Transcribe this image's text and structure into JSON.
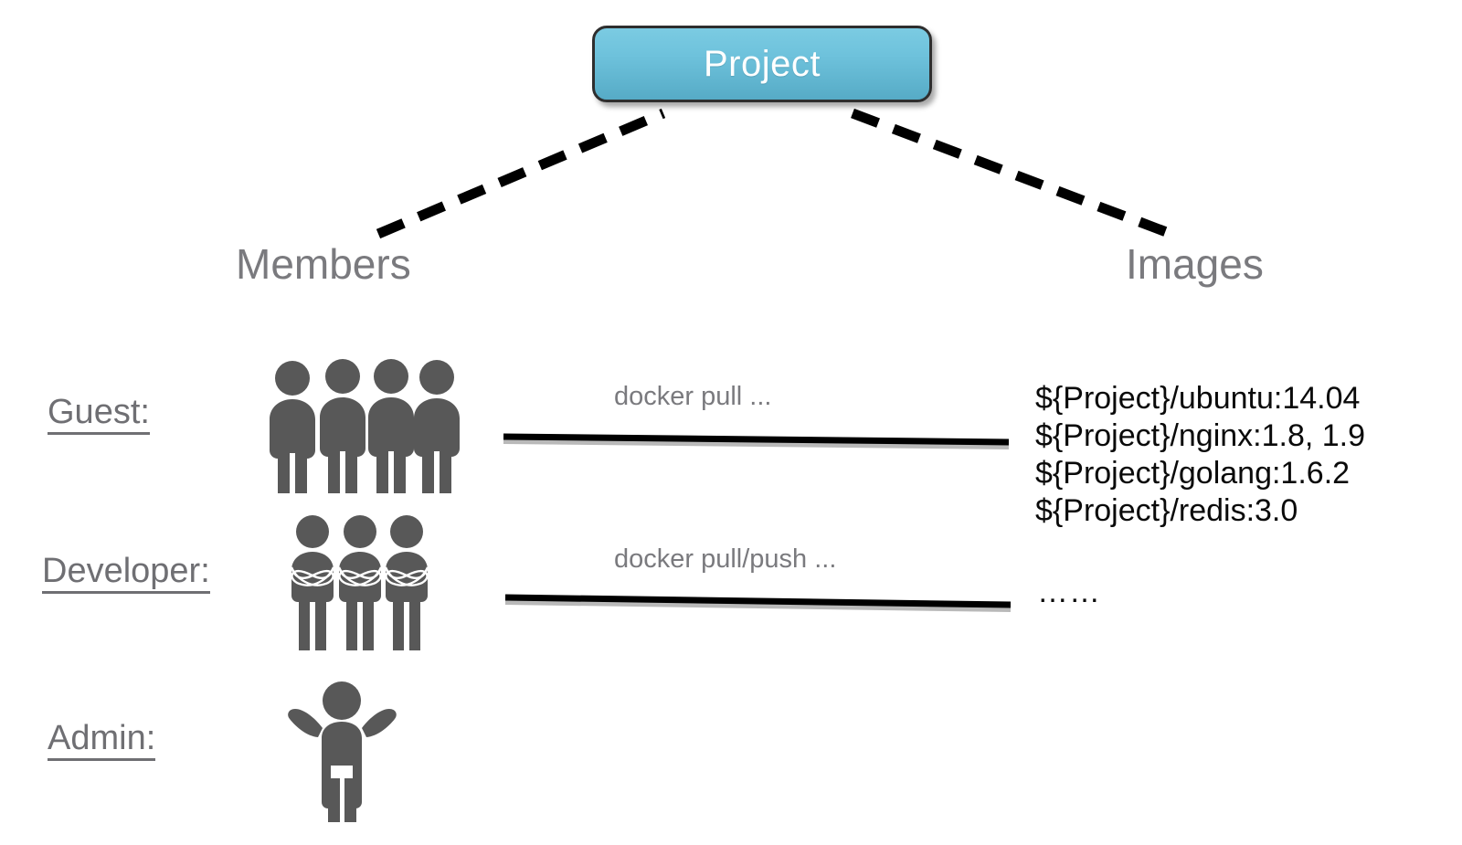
{
  "diagram": {
    "root": {
      "label": "Project",
      "fill_top": "#7bcbe2",
      "fill_bottom": "#56abc6",
      "text_color": "#ffffff",
      "border_color": "#2e2e2e"
    },
    "branches": [
      {
        "name": "members",
        "label": "Members"
      },
      {
        "name": "images",
        "label": "Images"
      }
    ],
    "heading_color": "#7a7a7e",
    "roles": [
      {
        "key": "guest",
        "label": "Guest:",
        "figure_count": 4,
        "pose": "standing"
      },
      {
        "key": "developer",
        "label": "Developer:",
        "figure_count": 3,
        "pose": "arms-crossed"
      },
      {
        "key": "admin",
        "label": "Admin:",
        "figure_count": 1,
        "pose": "arms-raised"
      }
    ],
    "role_label_color": "#6f6f73",
    "figure_color": "#585858",
    "connectors": [
      {
        "key": "pull",
        "label": "docker pull ...",
        "from": "guest",
        "to": "images"
      },
      {
        "key": "pull-push",
        "label": "docker pull/push ...",
        "from": "developer",
        "to": "images"
      }
    ],
    "connector_label_color": "#7a7a7e",
    "connector_line_color": "#000000",
    "dashed_link_color": "#000000",
    "images": {
      "items": [
        "${Project}/ubuntu:14.04",
        "${Project}/nginx:1.8,  1.9",
        "${Project}/golang:1.6.2",
        "${Project}/redis:3.0"
      ],
      "more": "……"
    }
  }
}
